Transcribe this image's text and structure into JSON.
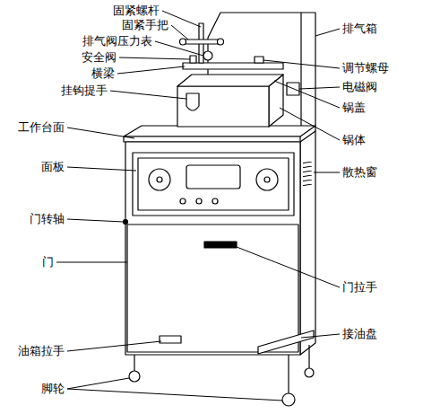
{
  "diagram": {
    "labels": [
      "固紧螺杆",
      "固紧手把",
      "排气阀压力表",
      "安全阀",
      "横梁",
      "挂钩提手",
      "工作台面",
      "面板",
      "门转轴",
      "门",
      "油箱拉手",
      "脚轮",
      "排气箱",
      "调节螺母",
      "电磁阀",
      "锅盖",
      "锅体",
      "散热窗",
      "门拉手",
      "接油盘"
    ]
  }
}
